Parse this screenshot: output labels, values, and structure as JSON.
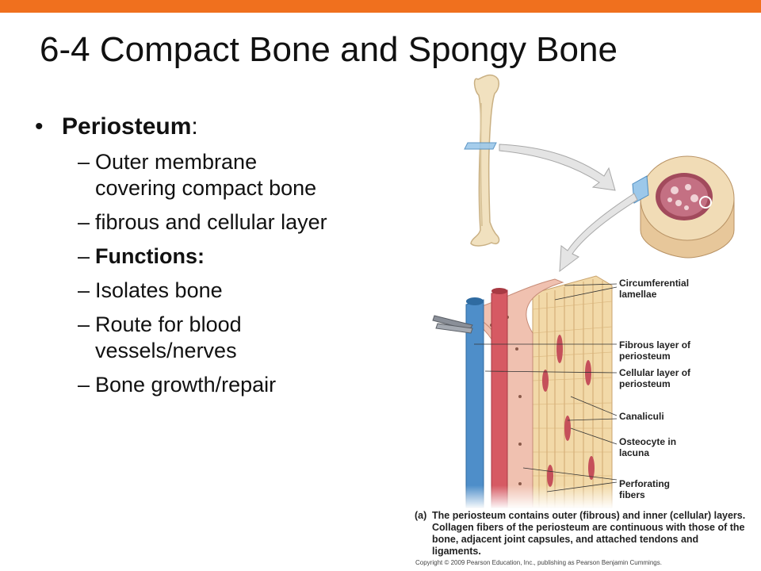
{
  "slide": {
    "title": "6-4 Compact Bone and Spongy Bone",
    "accent_color": "#f0701e",
    "bullet": {
      "term": "Periosteum",
      "term_suffix": ":",
      "sub_items": [
        "Outer membrane covering compact bone",
        "fibrous and cellular layer",
        "Functions:",
        "Isolates bone",
        "Route for blood vessels/nerves",
        "Bone growth/repair"
      ],
      "dash": "–"
    }
  },
  "figure": {
    "labels": {
      "circumferential": "Circumferential lamellae",
      "fibrous": "Fibrous layer of periosteum",
      "cellular": "Cellular layer of periosteum",
      "canaliculi": "Canaliculi",
      "osteocyte": "Osteocyte in lacuna",
      "perforating": "Perforating fibers"
    },
    "caption_tag": "(a)",
    "caption": "The periosteum contains outer (fibrous) and inner (cellular) layers. Collagen fibers of the periosteum are continuous with those of the bone, adjacent joint capsules, and attached tendons and ligaments.",
    "copyright": "Copyright © 2009 Pearson Education, Inc., publishing as Pearson Benjamin Cummings."
  }
}
